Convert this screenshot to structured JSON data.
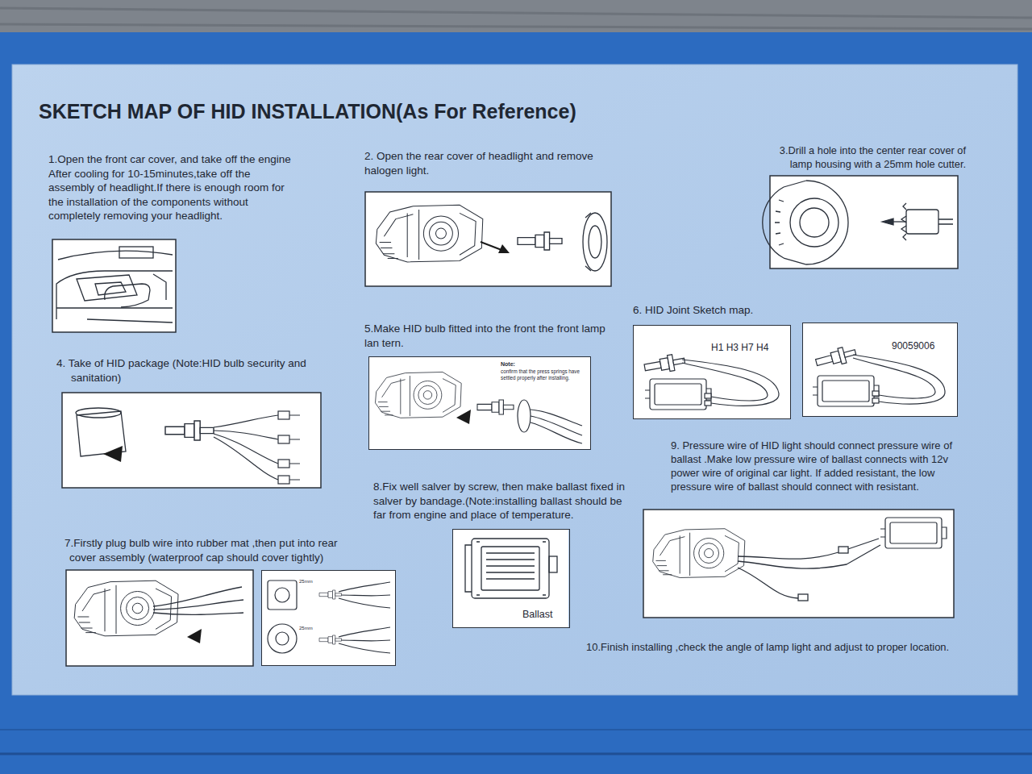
{
  "diagram": {
    "title": "SKETCH MAP OF HID INSTALLATION(As For Reference)",
    "nodes": [
      {
        "text": [
          "Note:",
          "confirm that the press springs have settled properly after installing."
        ]
      },
      {
        "text": [
          "H1 H3 H7 H4"
        ]
      },
      {
        "text": [
          "90059006"
        ]
      },
      {
        "text": [
          "25mm",
          "25mm"
        ]
      },
      {
        "text": [
          "Ballast"
        ]
      }
    ],
    "labels": [
      "1.Open the front car cover, and take off the engine After cooling for 10-15minutes,take off the assembly of headlight.If there is enough room for the installation of the components without completely removing your headlight.",
      "2. Open the rear cover of headlight and remove halogen light.",
      "3.Drill a hole into the center rear cover of lamp housing with a 25mm hole cutter.",
      "4. Take of HID package (Note:HID bulb security and sanitation)",
      "5.Make HID bulb fitted into the front the front lamp lan tern.",
      "6. HID Joint Sketch map.",
      "7.Firstly plug bulb wire into rubber mat ,then put into rear cover assembly (waterproof cap should cover tightly)",
      "8.Fix well salver by screw, then make ballast fixed in salver by bandage.(Note:installing ballast should be far from engine and place of temperature.",
      "9. Pressure wire of HID light should connect pressure wire of ballast .Make low pressure wire of ballast connects with 12v power wire of original car light. If added resistant, the low pressure wire of ballast should connect with resistant.",
      "10.Finish installing ,check the angle of lamp light and adjust to proper location."
    ]
  }
}
